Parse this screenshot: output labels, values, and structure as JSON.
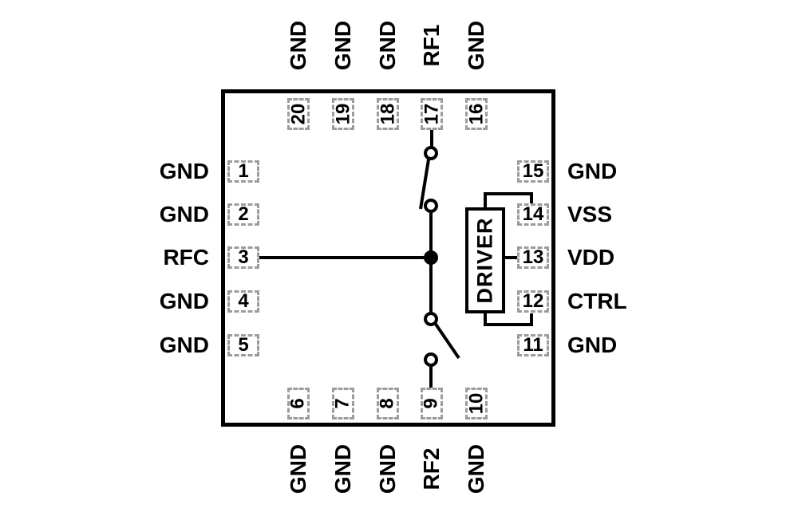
{
  "diagram": {
    "kind": "IC package pinout with SPDT switch schematic",
    "driver_label": "DRIVER",
    "colors": {
      "line": "#000000",
      "pin_box_border": "#9c9c9c",
      "background": "#ffffff",
      "text": "#000000"
    }
  },
  "pins": [
    {
      "number": "1",
      "name": "GND",
      "side": "left"
    },
    {
      "number": "2",
      "name": "GND",
      "side": "left"
    },
    {
      "number": "3",
      "name": "RFC",
      "side": "left"
    },
    {
      "number": "4",
      "name": "GND",
      "side": "left"
    },
    {
      "number": "5",
      "name": "GND",
      "side": "left"
    },
    {
      "number": "6",
      "name": "GND",
      "side": "bottom"
    },
    {
      "number": "7",
      "name": "GND",
      "side": "bottom"
    },
    {
      "number": "8",
      "name": "GND",
      "side": "bottom"
    },
    {
      "number": "9",
      "name": "RF2",
      "side": "bottom"
    },
    {
      "number": "10",
      "name": "GND",
      "side": "bottom"
    },
    {
      "number": "11",
      "name": "GND",
      "side": "right"
    },
    {
      "number": "12",
      "name": "CTRL",
      "side": "right"
    },
    {
      "number": "13",
      "name": "VDD",
      "side": "right"
    },
    {
      "number": "14",
      "name": "VSS",
      "side": "right"
    },
    {
      "number": "15",
      "name": "GND",
      "side": "right"
    },
    {
      "number": "16",
      "name": "GND",
      "side": "top"
    },
    {
      "number": "17",
      "name": "RF1",
      "side": "top"
    },
    {
      "number": "18",
      "name": "GND",
      "side": "top"
    },
    {
      "number": "19",
      "name": "GND",
      "side": "top"
    },
    {
      "number": "20",
      "name": "GND",
      "side": "top"
    }
  ],
  "switch": {
    "type": "SPDT",
    "common": "RFC",
    "closed_throw": "RF1",
    "open_throw": "RF2"
  }
}
